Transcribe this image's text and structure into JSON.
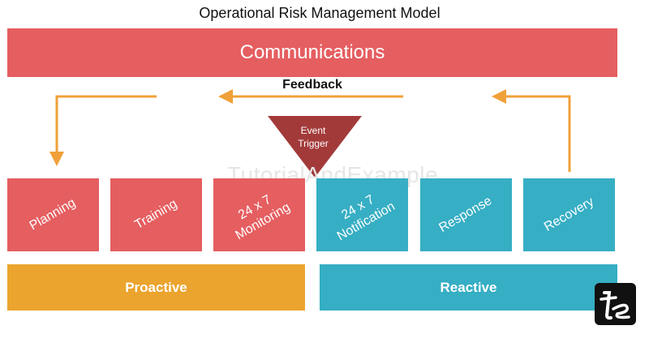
{
  "title": "Operational Risk Management Model",
  "communications": "Communications",
  "feedback": "Feedback",
  "trigger": "Event\nTrigger",
  "watermark": "TutorialAndExample",
  "logo_text": "te",
  "steps": [
    {
      "label": "Planning",
      "color": "#e55e60"
    },
    {
      "label": "Training",
      "color": "#e55e60"
    },
    {
      "label": "24 x 7\nMonitoring",
      "color": "#e55e60"
    },
    {
      "label": "24 x 7\nNotification",
      "color": "#36aec4"
    },
    {
      "label": "Response",
      "color": "#36aec4"
    },
    {
      "label": "Recovery",
      "color": "#36aec4"
    }
  ],
  "phases": {
    "proactive": "Proactive",
    "reactive": "Reactive"
  },
  "colors": {
    "red": "#e55e60",
    "teal": "#36aec4",
    "orange": "#eba42e",
    "arrow": "#f0a03a",
    "trigger": "#a33a3a"
  }
}
